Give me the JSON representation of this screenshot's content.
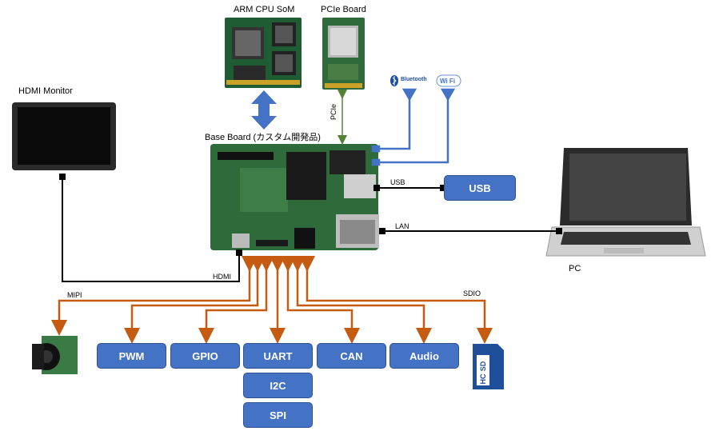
{
  "labels": {
    "arm_cpu_som": "ARM CPU SoM",
    "pcie_board": "PCIe Board",
    "hdmi_monitor": "HDMI Monitor",
    "base_board": "Base Board (カスタム開発品)",
    "pcie_link": "PCIe",
    "usb_link": "USB",
    "lan_link": "LAN",
    "hdmi_link": "HDMI",
    "mipi_link": "MIPI",
    "sdio_link": "SDIO",
    "pc": "PC",
    "bluetooth": "Bluetooth",
    "wifi": "Wi Fi"
  },
  "boxes": {
    "usb": "USB",
    "pwm": "PWM",
    "gpio": "GPIO",
    "uart": "UART",
    "can": "CAN",
    "audio": "Audio",
    "i2c": "I2C",
    "spi": "SPI"
  },
  "sd_card": {
    "top": "SD",
    "bottom": "HC"
  },
  "colors": {
    "box_fill": "#4472c4",
    "box_border": "#2f528f",
    "orange_line": "#c55a11",
    "blue_line": "#4472c4",
    "green_line": "#548235",
    "pcb_green": "#2f6b3a"
  }
}
